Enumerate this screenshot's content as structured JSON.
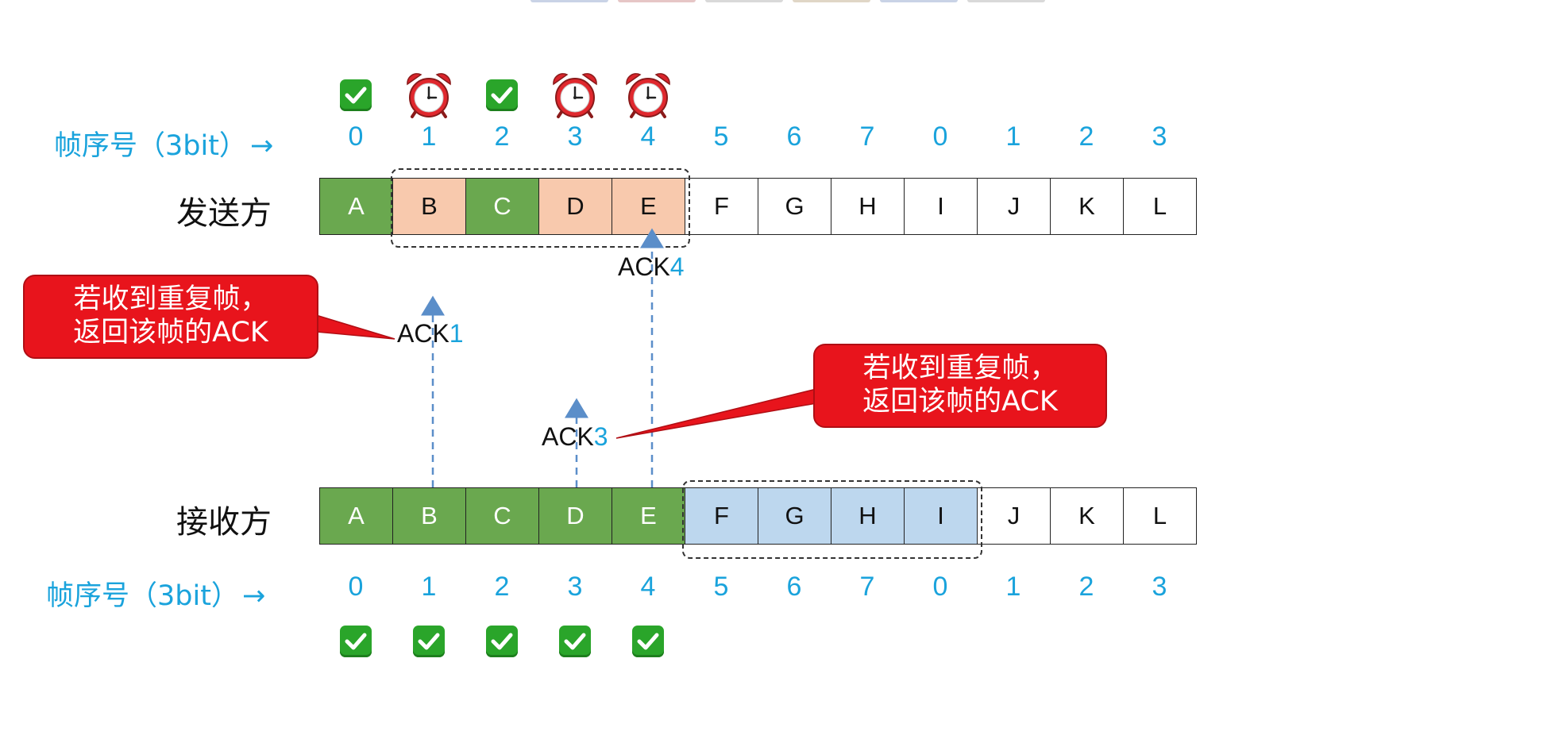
{
  "seq_label": "帧序号（3bit）",
  "seq_arrow": "→",
  "sequence_numbers": [
    "0",
    "1",
    "2",
    "3",
    "4",
    "5",
    "6",
    "7",
    "0",
    "1",
    "2",
    "3"
  ],
  "sender": {
    "label": "发送方",
    "frames": [
      {
        "letter": "A",
        "state": "green"
      },
      {
        "letter": "B",
        "state": "peach"
      },
      {
        "letter": "C",
        "state": "green"
      },
      {
        "letter": "D",
        "state": "peach"
      },
      {
        "letter": "E",
        "state": "peach"
      },
      {
        "letter": "F",
        "state": "white"
      },
      {
        "letter": "G",
        "state": "white"
      },
      {
        "letter": "H",
        "state": "white"
      },
      {
        "letter": "I",
        "state": "white"
      },
      {
        "letter": "J",
        "state": "white"
      },
      {
        "letter": "K",
        "state": "white"
      },
      {
        "letter": "L",
        "state": "white"
      }
    ],
    "status_icons": [
      "check-icon",
      "alarm-clock-icon",
      "check-icon",
      "alarm-clock-icon",
      "alarm-clock-icon"
    ]
  },
  "receiver": {
    "label": "接收方",
    "frames": [
      {
        "letter": "A",
        "state": "green"
      },
      {
        "letter": "B",
        "state": "green"
      },
      {
        "letter": "C",
        "state": "green"
      },
      {
        "letter": "D",
        "state": "green"
      },
      {
        "letter": "E",
        "state": "green"
      },
      {
        "letter": "F",
        "state": "blue"
      },
      {
        "letter": "G",
        "state": "blue"
      },
      {
        "letter": "H",
        "state": "blue"
      },
      {
        "letter": "I",
        "state": "blue"
      },
      {
        "letter": "J",
        "state": "white"
      },
      {
        "letter": "K",
        "state": "white"
      },
      {
        "letter": "L",
        "state": "white"
      }
    ],
    "status_icons": [
      "check-icon",
      "check-icon",
      "check-icon",
      "check-icon",
      "check-icon"
    ]
  },
  "acks": [
    {
      "prefix": "ACK",
      "num": "1"
    },
    {
      "prefix": "ACK",
      "num": "3"
    },
    {
      "prefix": "ACK",
      "num": "4"
    }
  ],
  "callouts": [
    {
      "line1": "若收到重复帧，",
      "line2": "返回该帧的ACK"
    },
    {
      "line1": "若收到重复帧，",
      "line2": "返回该帧的ACK"
    }
  ],
  "colors": {
    "accent": "#1aa3dc",
    "acked_green": "#6aa84f",
    "pending_peach": "#f8c9ad",
    "receive_window_blue": "#bdd7ee",
    "callout_red": "#e8141c",
    "ack_arrow": "#5b8ec9"
  }
}
